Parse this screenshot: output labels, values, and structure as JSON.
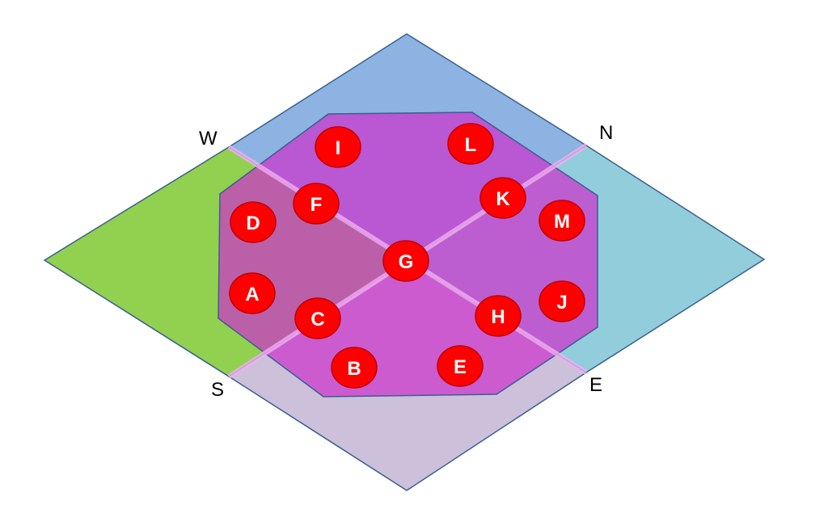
{
  "colors": {
    "north_region": "#8db3e2",
    "east_region": "#92cddc",
    "south_region": "#ccc0da",
    "west_region": "#92d050",
    "octagon": "#cc33cc",
    "node_fill": "#ff0000",
    "node_stroke": "#c00000",
    "outline": "#3a5f8f",
    "divider": "#e6a0e6"
  },
  "directions": {
    "west": "W",
    "north": "N",
    "south": "S",
    "east": "E"
  },
  "nodes": {
    "I": "I",
    "L": "L",
    "F": "F",
    "K": "K",
    "D": "D",
    "M": "M",
    "G": "G",
    "A": "A",
    "J": "J",
    "C": "C",
    "H": "H",
    "B": "B",
    "E": "E"
  }
}
